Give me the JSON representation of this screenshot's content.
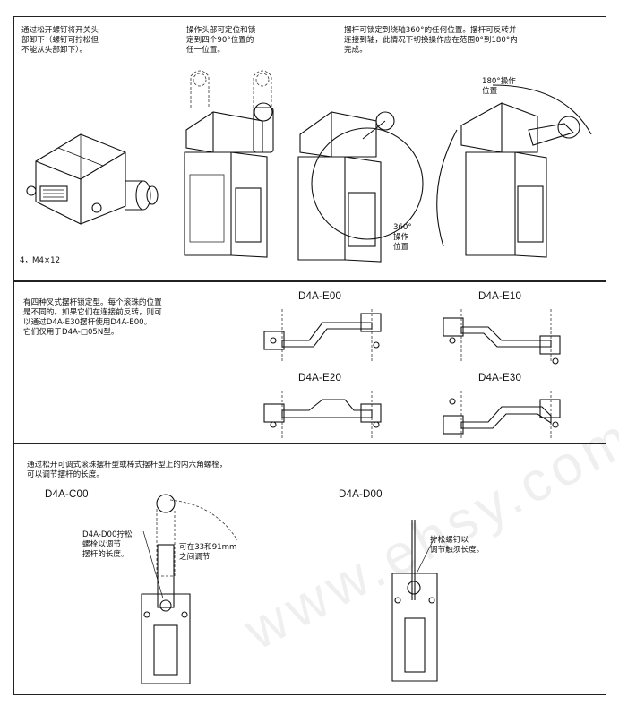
{
  "panel1": {
    "note_head": "通过松开螺钉将开关头\n部卸下（螺钉可拧松但\n不能从头部卸下）。",
    "note_position": "操作头部可定位和锁\n定到四个90°位置的\n任一位置。",
    "note_lever": "摆杆可锁定到绕轴360°的任何位置。摆杆可反转并\n连接到轴，此情况下切换操作应在范围0°到180°内\n完成。",
    "label_screw": "4，M4×12",
    "label_360": "360°\n操作\n位置",
    "label_180": "180°操作\n位置"
  },
  "panel2": {
    "note": "有四种叉式摆杆锁定型。每个滚珠的位置\n是不同的。如果它们在连接前反转，则可\n以通过D4A-E30摆杆使用D4A-E00。\n它们仅用于D4A-□05N型。",
    "models": [
      "D4A-E00",
      "D4A-E10",
      "D4A-E20",
      "D4A-E30"
    ]
  },
  "panel3": {
    "note": "通过松开可调式滚珠摆杆型或棒式摆杆型上的内六角螺栓，\n可以调节摆杆的长度。",
    "model_left": "D4A-C00",
    "model_right": "D4A-D00",
    "callout_bolt": "D4A-D00拧松\n螺栓以调节\n摆杆的长度。",
    "callout_range": "可在33和91mm\n之间调节",
    "callout_screw": "拧松螺钉以\n调节触须长度。"
  },
  "watermark": "www.ehsy.com"
}
